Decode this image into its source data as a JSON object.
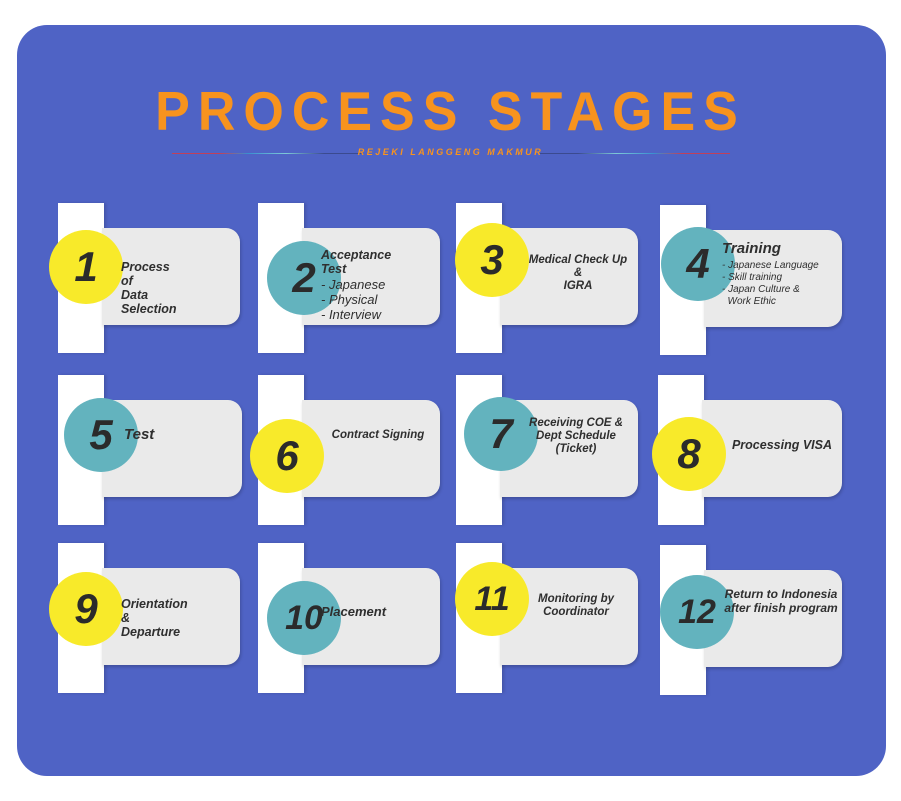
{
  "title": "PROCESS STAGES",
  "subtitle": "REJEKI LANGGENG MAKMUR",
  "colors": {
    "panel": "#4f63c5",
    "title": "#f7931e",
    "yellow": "#f8ea2a",
    "teal": "#63b3be",
    "card": "#eaeaea"
  },
  "stages": [
    {
      "number": "1",
      "title_lines": [
        "Process of",
        "Data Selection"
      ],
      "items": []
    },
    {
      "number": "2",
      "title_lines": [
        "Acceptance Test"
      ],
      "items": [
        "- Japanese",
        "- Physical",
        "- Interview"
      ]
    },
    {
      "number": "3",
      "title_lines": [
        "Medical Check Up",
        "&",
        "IGRA"
      ],
      "items": []
    },
    {
      "number": "4",
      "title_lines": [
        "Training"
      ],
      "items": [
        "- Japanese Language",
        "- Skill training",
        "- Japan Culture &",
        "  Work Ethic"
      ]
    },
    {
      "number": "5",
      "title_lines": [
        "Test"
      ],
      "items": []
    },
    {
      "number": "6",
      "title_lines": [
        "Contract Signing"
      ],
      "items": []
    },
    {
      "number": "7",
      "title_lines": [
        "Receiving COE &",
        "Dept Schedule",
        "(Ticket)"
      ],
      "items": []
    },
    {
      "number": "8",
      "title_lines": [
        "Processing VISA"
      ],
      "items": []
    },
    {
      "number": "9",
      "title_lines": [
        "Orientation &",
        "Departure"
      ],
      "items": []
    },
    {
      "number": "10",
      "title_lines": [
        "Placement"
      ],
      "items": []
    },
    {
      "number": "11",
      "title_lines": [
        "Monitoring by",
        "Coordinator"
      ],
      "items": []
    },
    {
      "number": "12",
      "title_lines": [
        "Return to Indonesia",
        "after finish program"
      ],
      "items": []
    }
  ]
}
